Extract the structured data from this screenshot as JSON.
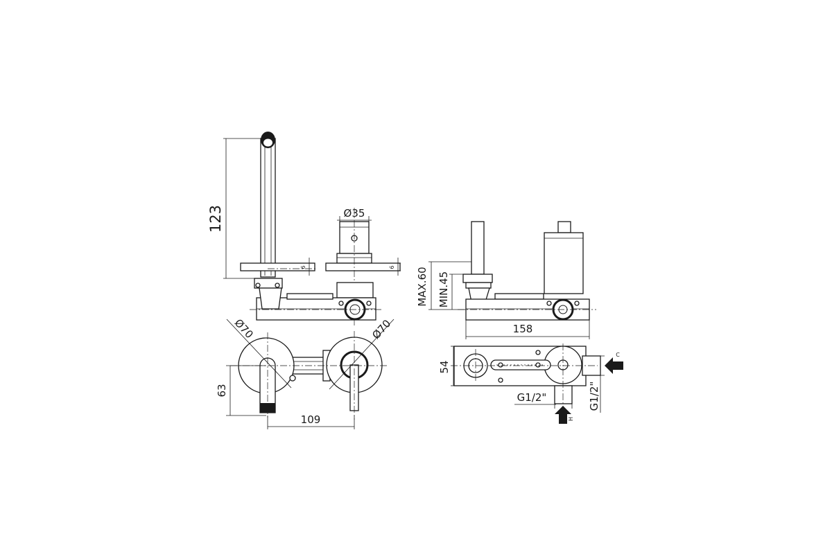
{
  "dimensions": {
    "spout_height": "123",
    "body_diameter": "Ø35",
    "plate_thickness_left": "6",
    "plate_thickness_right": "6",
    "rosette_diameter_left": "Ø70",
    "rosette_diameter_right": "Ø70",
    "spout_projection": "63",
    "centre_distance": "109",
    "max_depth": "MAX.60",
    "min_depth": "MIN.45",
    "overall_length": "158",
    "body_width": "54",
    "connection_bottom": "G1/2\"",
    "connection_side": "G1/2\""
  },
  "arrows": {
    "cold_label": "C",
    "hot_label": "H"
  }
}
